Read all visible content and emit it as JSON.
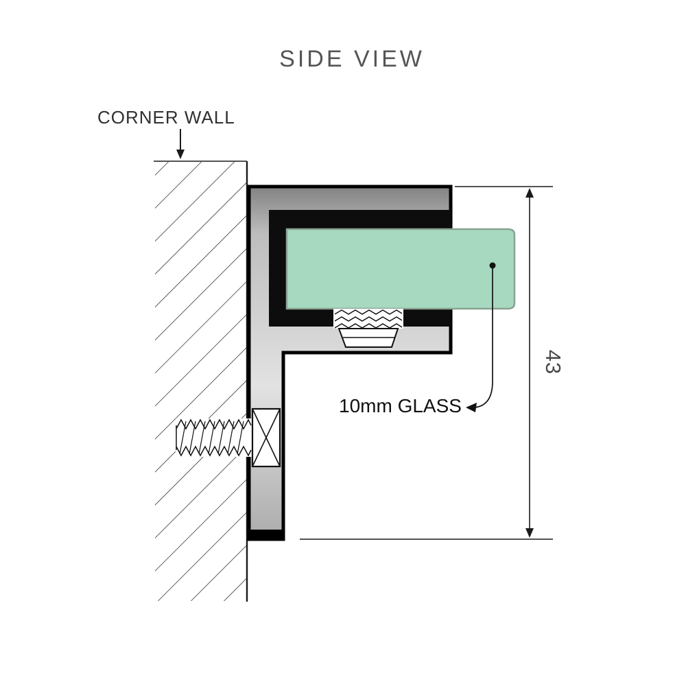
{
  "diagram": {
    "title": "SIDE VIEW",
    "wall_label": "CORNER WALL",
    "glass_label": "10mm GLASS",
    "dimension_value": "43",
    "colors": {
      "glass_fill": "#a6d9c0",
      "glass_edge": "#8aa293",
      "metal_dark": "#828282",
      "metal_mid": "#bdbdbd",
      "metal_light": "#e2e2e2",
      "metal_shadow": "#a8a8a8",
      "channel_black": "#0d0d0d",
      "line": "#1a1a1a",
      "title_color": "#555555",
      "label_color": "#303030",
      "glass_label_color": "#111111",
      "dim_color": "#4a4a4a"
    }
  }
}
